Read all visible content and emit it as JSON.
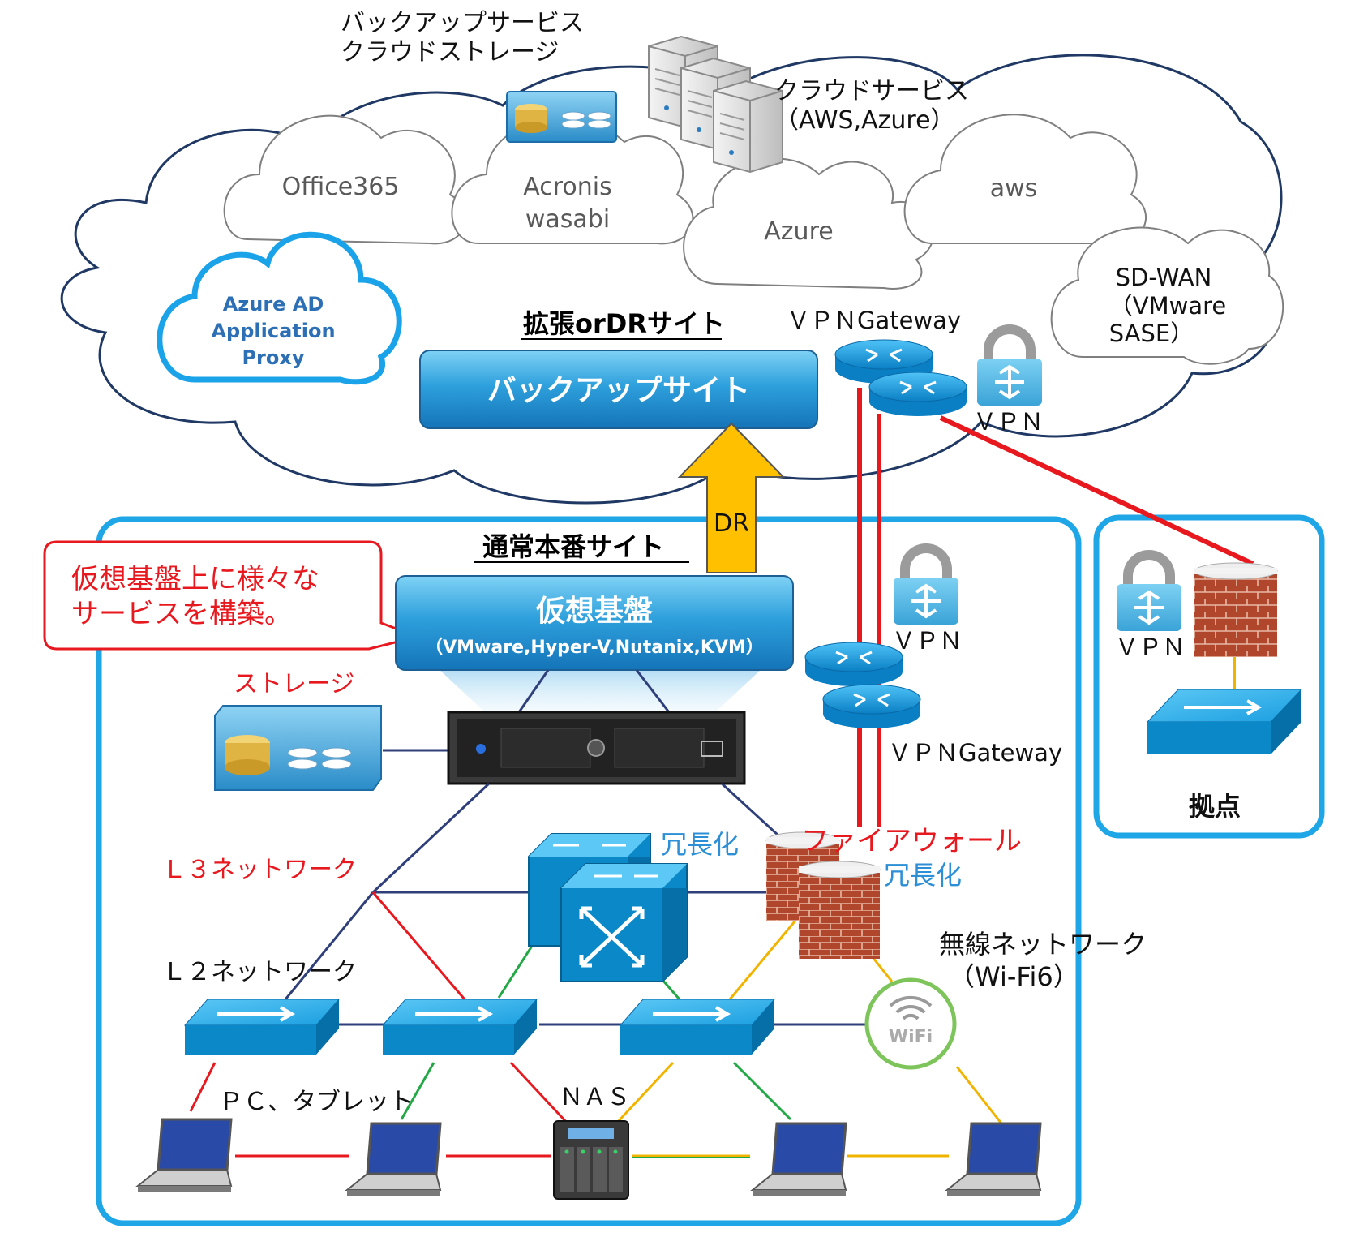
{
  "cloud": {
    "backup_service_line1": "バックアップサービス",
    "backup_service_line2": "クラウドストレージ",
    "cloud_service_line1": "クラウドサービス",
    "cloud_service_line2": "（AWS,Azure）",
    "office365": "Office365",
    "acronis_line1": "Acronis",
    "acronis_line2": "wasabi",
    "azure": "Azure",
    "aws": "aws",
    "sdwan_line1": "SD-WAN",
    "sdwan_line2": "（VMware",
    "sdwan_line3": "SASE）",
    "azure_ad_line1": "Azure AD",
    "azure_ad_line2": "Application",
    "azure_ad_line3": "Proxy",
    "dr_site_title": "拡張orDRサイト",
    "backup_site": "バックアップサイト",
    "vpn_gateway_top": "ＶＰＮGateway",
    "vpn_top": "ＶＰＮ"
  },
  "arrow": {
    "label": "DR"
  },
  "production": {
    "title": "通常本番サイト",
    "callout_line1": "仮想基盤上に様々な",
    "callout_line2": "サービスを構築。",
    "virtual_platform": "仮想基盤",
    "virtual_platform_sub": "（VMware,Hyper-V,Nutanix,KVM）",
    "storage": "ストレージ",
    "vpn_mid": "ＶＰＮ",
    "vpn_gateway_mid": "ＶＰＮGateway",
    "firewall": "ファイアウォール",
    "redundancy_switch": "冗長化",
    "redundancy_firewall": "冗長化",
    "l3_network": "Ｌ３ネットワーク",
    "l2_network": "Ｌ２ネットワーク",
    "wireless_line1": "無線ネットワーク",
    "wireless_line2": "（Wi-Fi6）",
    "wifi_badge": "WiFi",
    "pc_tablet": "ＰＣ、タブレット",
    "nas": "ＮＡＳ"
  },
  "branch": {
    "vpn": "ＶＰＮ",
    "title": "拠点"
  },
  "colors": {
    "cloud_outline": "#1f3864",
    "site_border": "#1ea6e6",
    "accent_red": "#e8181f",
    "accent_blue": "#2d8fd5",
    "arrow_fill": "#ffc000",
    "link_green": "#22a845",
    "link_yellow": "#f0b400",
    "link_navy": "#2f3f7a"
  }
}
